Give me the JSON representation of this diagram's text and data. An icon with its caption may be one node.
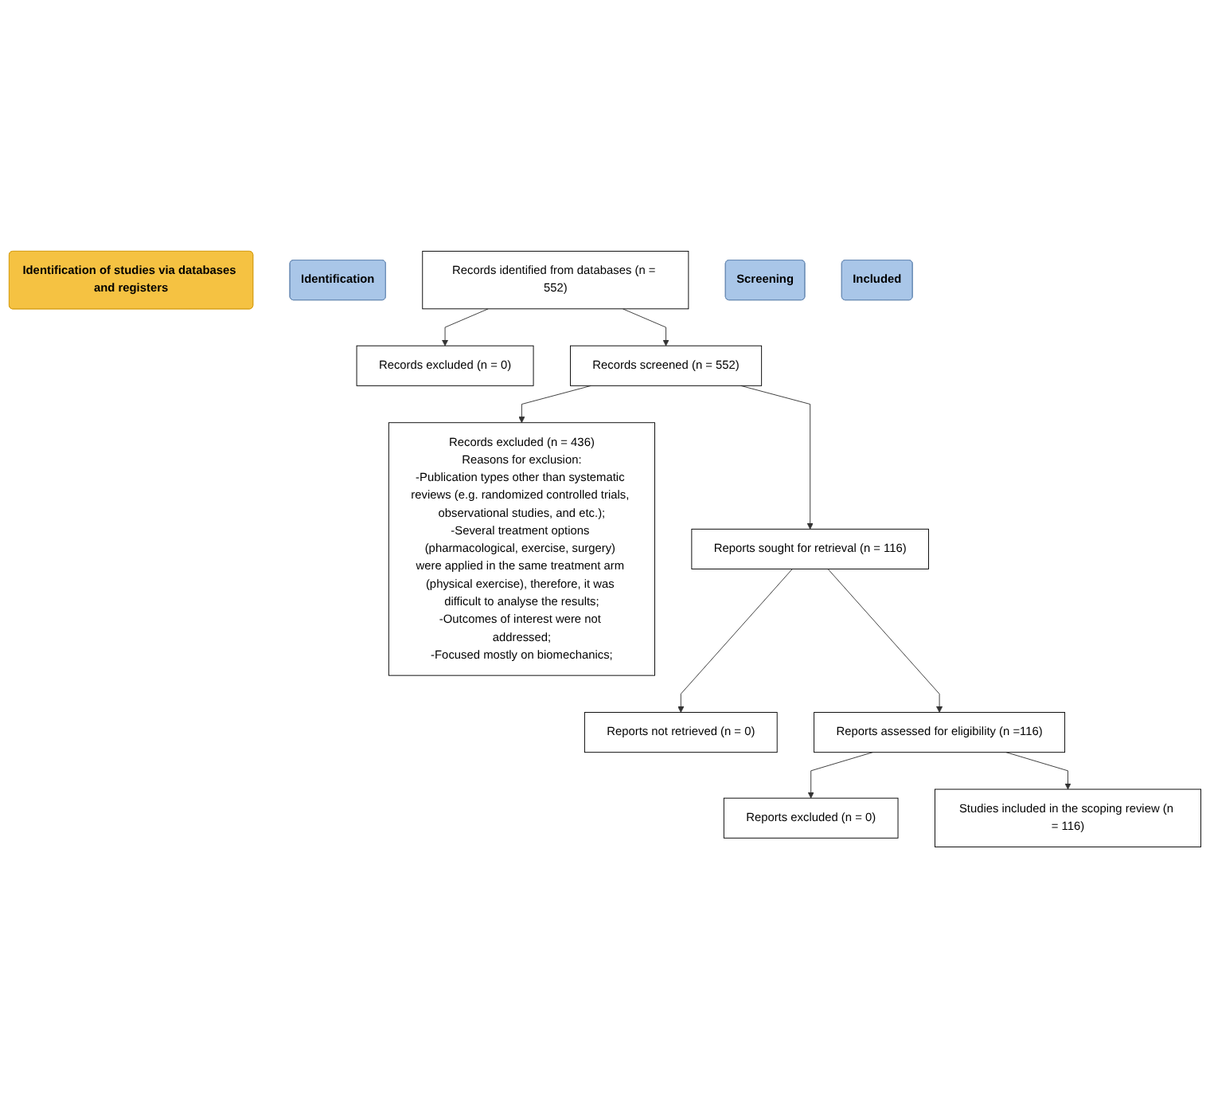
{
  "diagram": {
    "nodes": [
      {
        "text": [
          "Identification of studies via databases and registers"
        ]
      },
      {
        "text": [
          "Identification"
        ]
      },
      {
        "text": [
          "Records identified from databases (n = 552)"
        ]
      },
      {
        "text": [
          "Records excluded (n = 0)"
        ]
      },
      {
        "text": [
          "Screening"
        ]
      },
      {
        "text": [
          "Records screened (n = 552)"
        ]
      },
      {
        "text": [
          "Records excluded (n = 436)",
          "Reasons for exclusion:",
          "-Publication types other than systematic reviews (e.g. randomized controlled trials, observational studies, and etc.);",
          "-Several treatment options (pharmacological, exercise, surgery) were applied in the same treatment arm (physical exercise), therefore, it was difficult to analyse the results;",
          "-Outcomes of interest were not addressed;",
          "-Focused mostly on biomechanics;"
        ]
      },
      {
        "text": [
          "Reports sought for retrieval (n = 116)"
        ]
      },
      {
        "text": [
          "Reports not retrieved (n = 0)"
        ]
      },
      {
        "text": [
          "Reports assessed for eligibility (n =116)"
        ]
      },
      {
        "text": [
          "Reports excluded (n = 0)"
        ]
      },
      {
        "text": [
          "Included"
        ]
      },
      {
        "text": [
          "Studies included in the scoping review (n = 116)"
        ]
      }
    ],
    "edges": [
      {
        "from": 2,
        "to": 3,
        "arrow": "to"
      },
      {
        "from": 2,
        "to": 5,
        "arrow": "to"
      },
      {
        "from": 5,
        "to": 6,
        "arrow": "to"
      },
      {
        "from": 5,
        "to": 7,
        "arrow": "to"
      },
      {
        "from": 7,
        "to": 8,
        "arrow": "to"
      },
      {
        "from": 7,
        "to": 9,
        "arrow": "to"
      },
      {
        "from": 9,
        "to": 10,
        "arrow": "to"
      },
      {
        "from": 9,
        "to": 12,
        "arrow": "to"
      }
    ]
  }
}
